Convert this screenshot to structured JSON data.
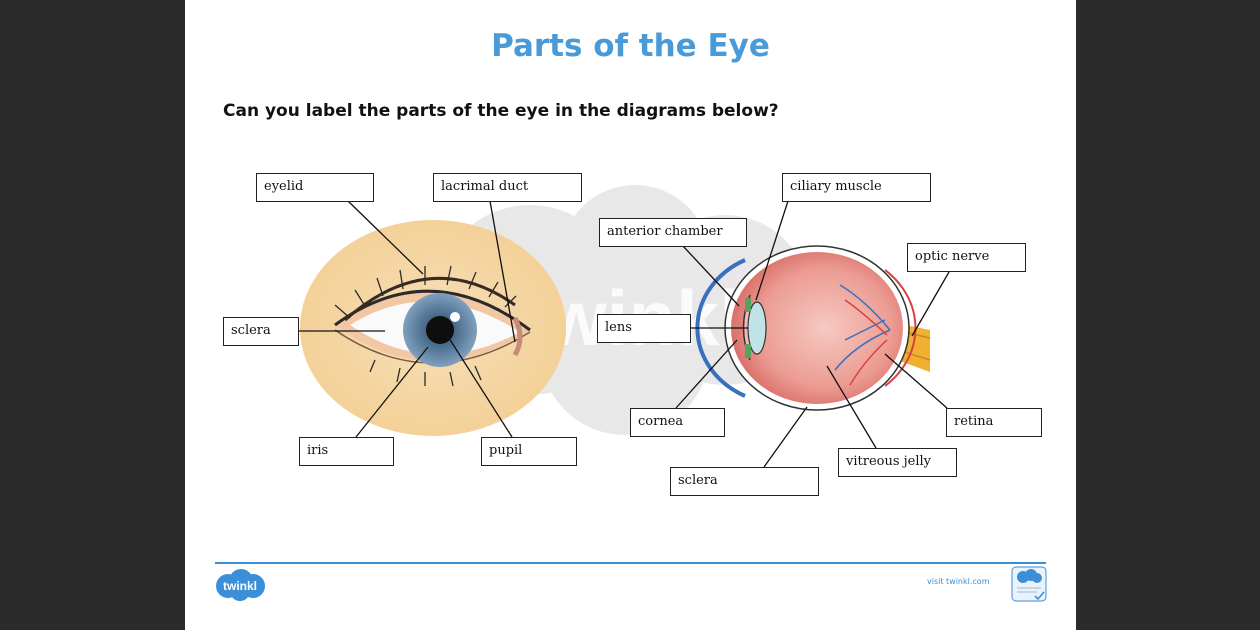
{
  "title": "Parts of the Eye",
  "question": "Can you label the parts of the eye in the diagrams below?",
  "labels": {
    "eyelid": "eyelid",
    "lacrimal_duct": "lacrimal duct",
    "sclera_front": "sclera",
    "iris": "iris",
    "pupil": "pupil",
    "ciliary_muscle": "ciliary muscle",
    "anterior_chamber": "anterior chamber",
    "optic_nerve": "optic nerve",
    "lens": "lens",
    "cornea": "cornea",
    "retina": "retina",
    "vitreous_jelly": "vitreous jelly",
    "sclera_cross": "sclera"
  },
  "watermark": "twinkl",
  "footer": {
    "logo": "twinkl",
    "visit": "visit twinkl.com",
    "badge_icon": "quality-standard-badge-icon"
  },
  "colors": {
    "title": "#4a9ad8",
    "accent": "#3a8fd8",
    "backdrop": "#2b2b2b"
  }
}
